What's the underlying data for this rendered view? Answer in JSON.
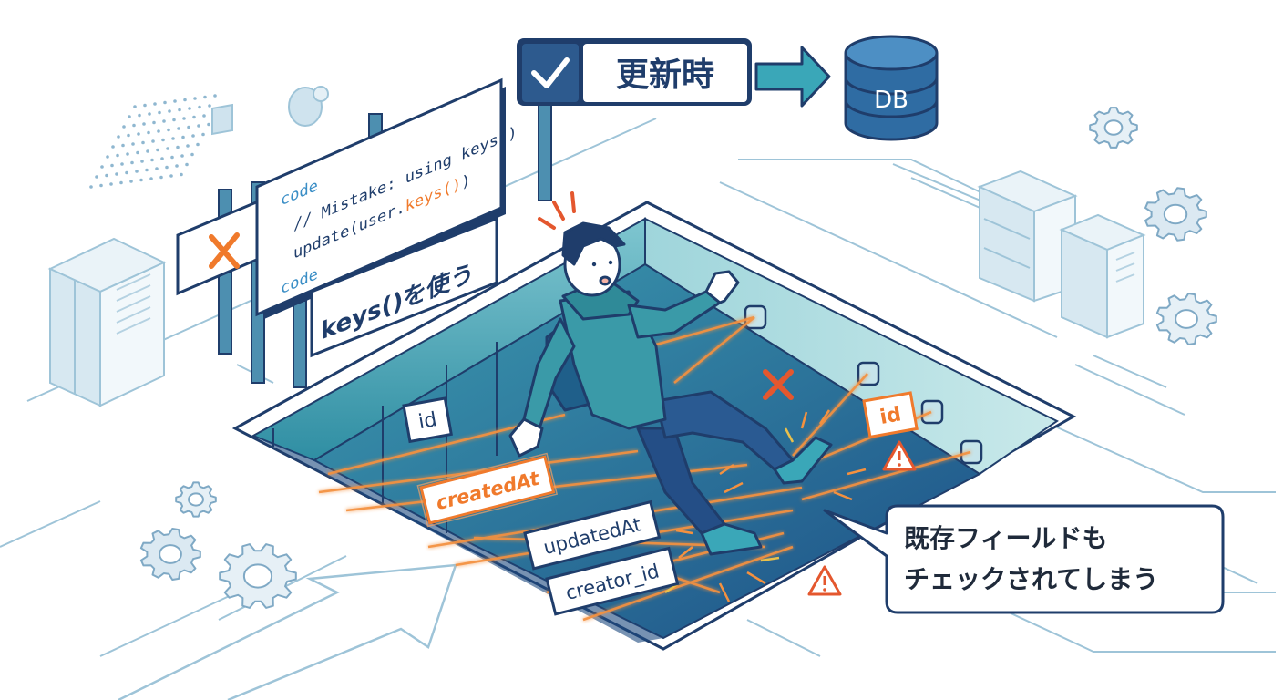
{
  "update_sign": {
    "check_icon": "check-icon",
    "label": "更新時"
  },
  "database": {
    "label": "DB"
  },
  "code_board": {
    "line1": "code",
    "line2": "// Mistake: using keys()",
    "line3_prefix": "update(user.",
    "line3_highlight": "keys()",
    "line3_suffix": ")",
    "line4": "code",
    "caption": "keys()を使う"
  },
  "error_sign": {
    "icon": "x-mark-icon"
  },
  "field_tags": {
    "id_left": "id",
    "created_at": "createdAt",
    "updated_at": "updatedAt",
    "creator_id": "creator_id",
    "id_right": "id"
  },
  "speech_bubble": {
    "line1": "既存フィールドも",
    "line2": "チェックされてしまう"
  },
  "colors": {
    "navy": "#1f3d6b",
    "teal": "#3aa7b8",
    "orange": "#f07a2c",
    "light_blue": "#cfe3ee",
    "warning": "#e4572e"
  }
}
